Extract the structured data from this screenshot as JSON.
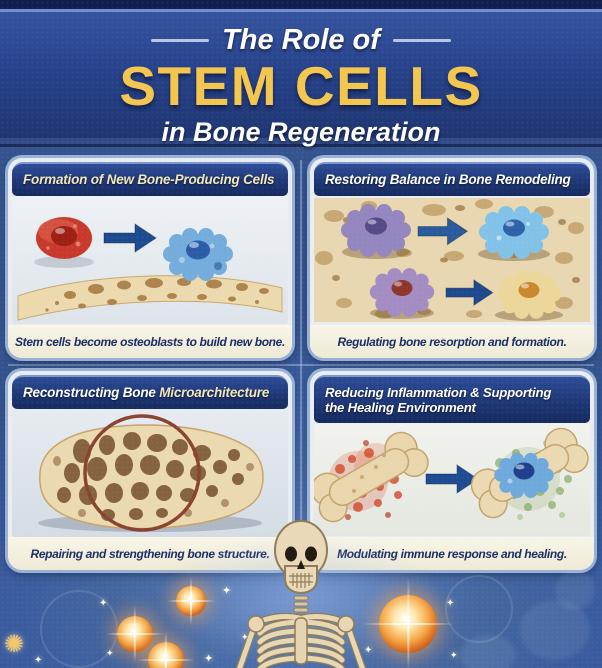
{
  "header": {
    "eyebrow": "The Role of",
    "title": "STEM CELLS",
    "subtitle": "in Bone Regeneration"
  },
  "panels": {
    "formation": {
      "title": "Formation of New Bone-Producing Cells",
      "caption_pre": "Stem cells become ",
      "caption_bold": "osteoblasts",
      "caption_post": " to build new bone."
    },
    "remodeling": {
      "title": "Restoring Balance in Bone Remodeling",
      "caption": "Regulating bone resorption and formation."
    },
    "microarchitecture": {
      "title_white": "Reconstructing Bone ",
      "title_gold": "Microarchitecture",
      "caption": "Repairing and strengthening bone structure."
    },
    "inflammation": {
      "title": "Reducing Inflammation & Supporting the Healing Environment",
      "caption": "Modulating immune response and healing."
    }
  },
  "colors": {
    "title_gold": "#F2C64F",
    "band_navy": "#24407F",
    "deep_navy": "#13235A",
    "banner_navy": "#1B336E",
    "background_blue": "#3E63A9",
    "panel_border_blue": "#AAC4E4",
    "caption_cream": "#F6F2E3",
    "caption_text_navy": "#1B2D63",
    "stem_cell_red": "#C8392B",
    "osteoblast_blue": "#74ACDC",
    "osteoclast_purple": "#9486BE",
    "osteocyte_yellow": "#ECD79A",
    "inflammation_red": "#D1492A",
    "healing_green": "#76A050",
    "arrow_blue": "#1E4C92",
    "bone_tan": "#EBD9B0",
    "glow_orange": "#F59A3E"
  }
}
